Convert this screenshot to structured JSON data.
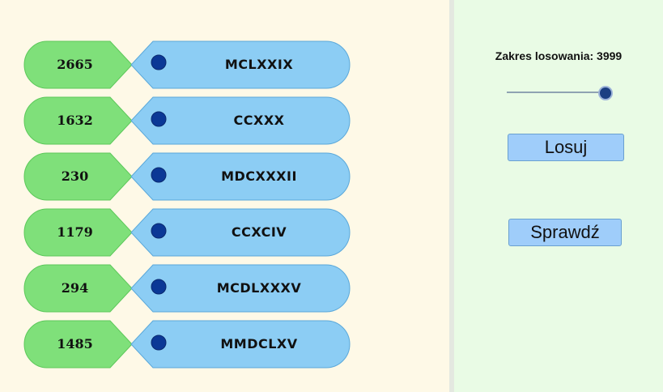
{
  "pairs": [
    {
      "arabic": "2665",
      "roman": "MCLXXIX"
    },
    {
      "arabic": "1632",
      "roman": "CCXXX"
    },
    {
      "arabic": "230",
      "roman": "MDCXXXII"
    },
    {
      "arabic": "1179",
      "roman": "CCXCIV"
    },
    {
      "arabic": "294",
      "roman": "MCDLXXXV"
    },
    {
      "arabic": "1485",
      "roman": "MMDCLXV"
    }
  ],
  "controls": {
    "range_label": "Zakres losowania: 3999",
    "range_value": 3999,
    "draw_label": "Losuj",
    "check_label": "Sprawdź"
  },
  "colors": {
    "left_panel": "#fef9e7",
    "right_panel": "#e9fbe5",
    "green_shape": "#7fe07a",
    "blue_shape": "#8ccdf4",
    "connector_dot": "#0b3896",
    "button": "#9fcdfa"
  }
}
